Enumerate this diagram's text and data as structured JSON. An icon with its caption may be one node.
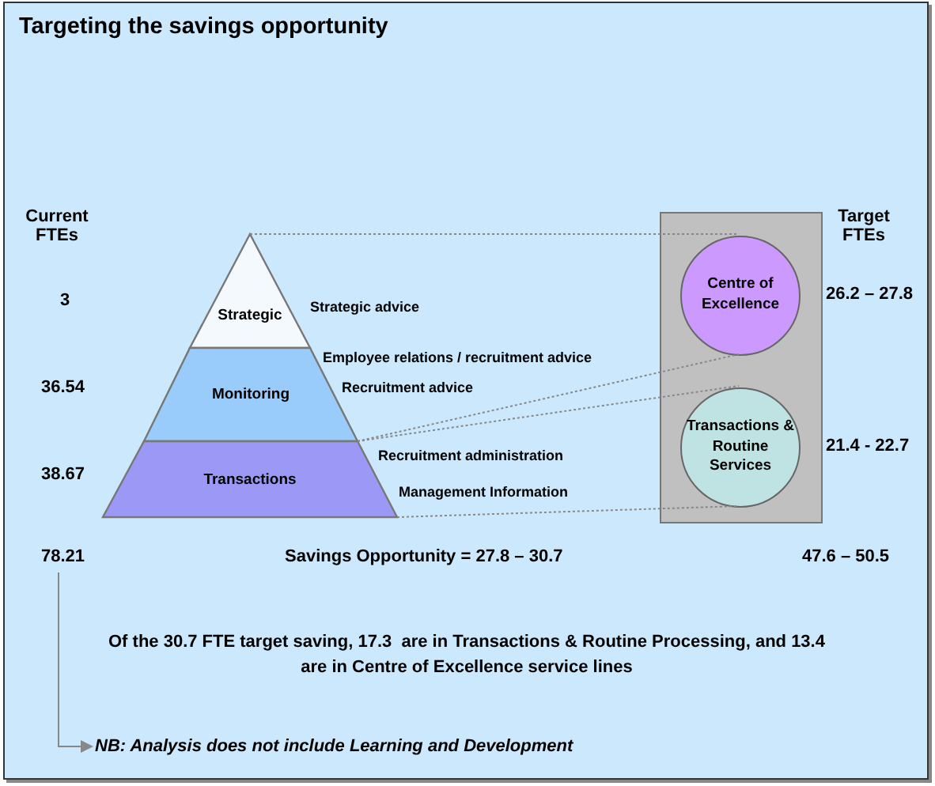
{
  "diagram": {
    "title": "Targeting the savings opportunity",
    "nodes": [
      {
        "text": [
          "Strategic"
        ],
        "beside": [
          "Strategic advice"
        ]
      },
      {
        "text": [
          "Monitoring"
        ],
        "beside": [
          "Employee relations /  recruitment advice",
          "Recruitment advice"
        ]
      },
      {
        "text": [
          "Transactions"
        ],
        "beside": [
          "Recruitment administration",
          "Management Information"
        ]
      },
      {
        "text": [],
        "shape": "box"
      },
      {
        "text": [
          "Centre of Excellence"
        ],
        "in": 3,
        "beside": [
          "26.2 – 27.8"
        ]
      },
      {
        "text": [
          "Transactions & Routine Services"
        ],
        "in": 3,
        "beside": [
          "21.4 - 22.7"
        ]
      },
      {
        "text": [
          "78.21"
        ]
      },
      {
        "text": [
          "NB: Analysis does not include Learning and Development"
        ]
      }
    ],
    "edges": [
      {
        "from": 0,
        "to": 4,
        "arrow": "none",
        "style": "dashed"
      },
      {
        "from": 1,
        "to": 4,
        "arrow": "none",
        "style": "dashed"
      },
      {
        "from": 1,
        "to": 5,
        "arrow": "none",
        "style": "dashed"
      },
      {
        "from": 2,
        "to": 5,
        "arrow": "none",
        "style": "dashed"
      },
      {
        "from": 6,
        "to": 7,
        "arrow": "to"
      }
    ],
    "labels": [
      "Current FTEs",
      "Target FTEs",
      "3",
      "36.54",
      "38.67",
      "Savings Opportunity = 27.8 – 30.7",
      "47.6 – 50.5",
      "Of the 30.7 FTE target saving, 17.3  are in Transactions & Routine Processing, and 13.4 are in Centre of Excellence service lines"
    ]
  }
}
